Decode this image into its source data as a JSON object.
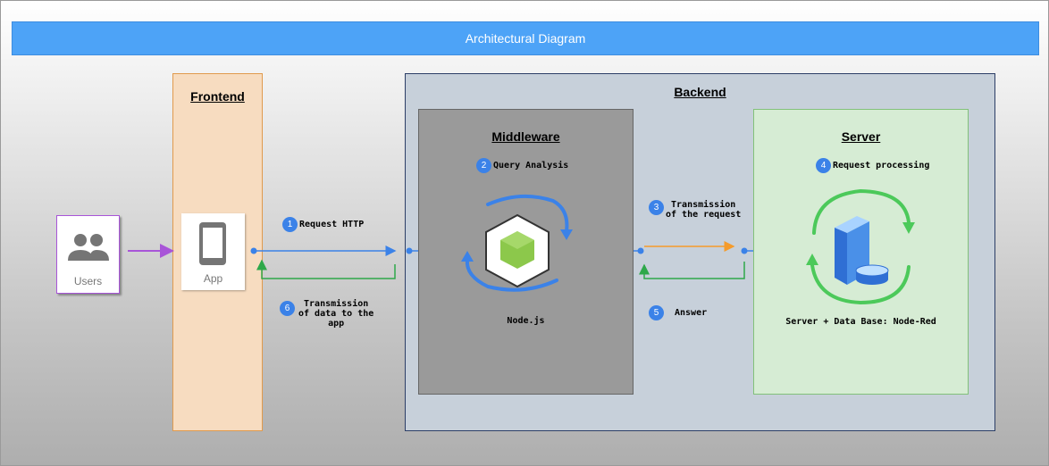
{
  "title": "Architectural Diagram",
  "panels": {
    "frontend": "Frontend",
    "backend": "Backend",
    "middleware": "Middleware",
    "server": "Server"
  },
  "nodes": {
    "users": "Users",
    "app": "App",
    "nodejs": "Node.js",
    "server_db": "Server + Data Base: Node-Red"
  },
  "steps": [
    {
      "num": "1",
      "label": "Request HTTP"
    },
    {
      "num": "2",
      "label": "Query Analysis"
    },
    {
      "num": "3",
      "label": "Transmission\nof the request"
    },
    {
      "num": "4",
      "label": "Request processing"
    },
    {
      "num": "5",
      "label": "Answer"
    },
    {
      "num": "6",
      "label": "Transmission\nof data to the\napp"
    }
  ],
  "colors": {
    "title_bar": "#4da3f7",
    "request_arrow": "#3b82e8",
    "response_arrow": "#2ea84a",
    "users_arrow": "#a855d8",
    "transmission_arrow": "#f59b2b",
    "middleware_cycle": "#3b82e8",
    "server_cycle": "#4cc95a",
    "nodejs_hex": "#8cc84b"
  },
  "icons": {
    "users": "users-icon",
    "app": "smartphone-icon",
    "nodejs": "nodejs-cube-icon",
    "server": "server-database-icon"
  }
}
